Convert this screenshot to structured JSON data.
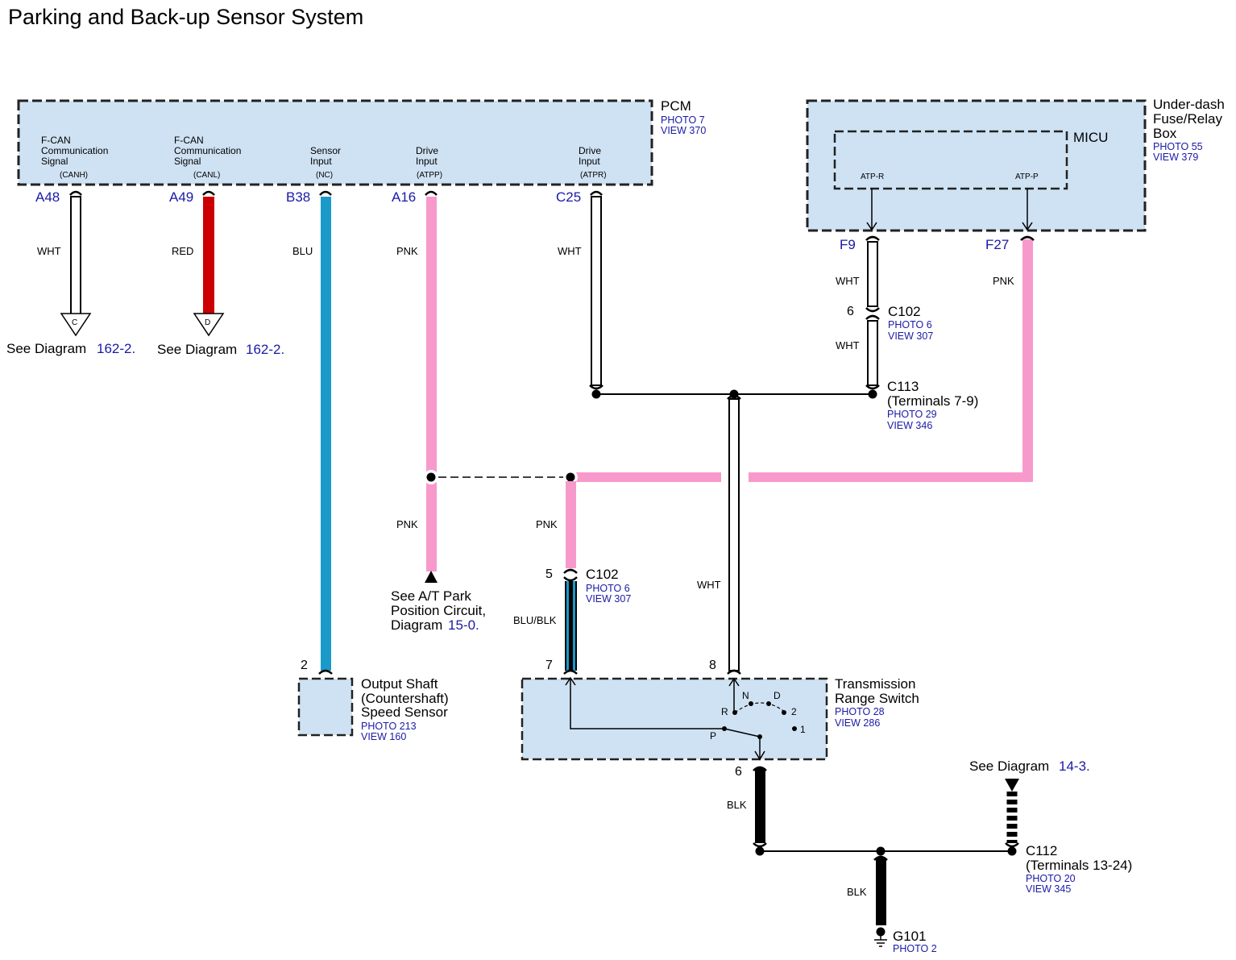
{
  "title": "Parking and Back-up Sensor System",
  "colors": {
    "component_fill": "#cfe2f3",
    "wire_white": "#ffffff",
    "wire_red": "#cc0000",
    "wire_blue": "#1a9ac8",
    "wire_pink": "#f79acb",
    "wire_black": "#000000",
    "reference_text": "#1a1aa6"
  },
  "pcm": {
    "name": "PCM",
    "photo": "PHOTO 7",
    "view": "VIEW 370",
    "terminals": [
      {
        "pin": "A48",
        "line1": "F-CAN",
        "line2": "Communication",
        "line3": "Signal",
        "code": "(CANH)",
        "wire": "WHT"
      },
      {
        "pin": "A49",
        "line1": "F-CAN",
        "line2": "Communication",
        "line3": "Signal",
        "code": "(CANL)",
        "wire": "RED"
      },
      {
        "pin": "B38",
        "line1": "",
        "line2": "Sensor",
        "line3": "Input",
        "code": "(NC)",
        "wire": "BLU"
      },
      {
        "pin": "A16",
        "line1": "",
        "line2": "Drive",
        "line3": "Input",
        "code": "(ATPP)",
        "wire": "PNK"
      },
      {
        "pin": "C25",
        "line1": "",
        "line2": "Drive",
        "line3": "Input",
        "code": "(ATPR)",
        "wire": "WHT"
      }
    ]
  },
  "underdash": {
    "line1": "Under-dash",
    "line2": "Fuse/Relay",
    "line3": "Box",
    "photo": "PHOTO 55",
    "view": "VIEW 379",
    "micu": "MICU",
    "terminals": [
      {
        "pin": "F9",
        "code": "ATP-R",
        "wire": "WHT"
      },
      {
        "pin": "F27",
        "code": "ATP-P",
        "wire": "PNK"
      }
    ]
  },
  "refs": {
    "see_diagram": "See Diagram",
    "c_label": "C",
    "d_label": "D",
    "diag_c": "162-2.",
    "diag_d": "162-2.",
    "atp_line1": "See A/T Park",
    "atp_line2": "Position Circuit,",
    "atp_line3": "Diagram",
    "atp_diag": "15-0.",
    "gnd_line": "See Diagram",
    "gnd_diag": "14-3."
  },
  "connectors": {
    "c102_top": {
      "name": "C102",
      "pin": "6",
      "photo": "PHOTO 6",
      "view": "VIEW 307"
    },
    "c113": {
      "name": "C113",
      "terminals": "(Terminals 7-9)",
      "photo": "PHOTO 29",
      "view": "VIEW 346"
    },
    "c102_mid": {
      "name": "C102",
      "pin": "5",
      "photo": "PHOTO 6",
      "view": "VIEW 307"
    },
    "c112": {
      "name": "C112",
      "terminals": "(Terminals 13-24)",
      "photo": "PHOTO 20",
      "view": "VIEW 345"
    },
    "g101": {
      "name": "G101",
      "photo": "PHOTO 2"
    }
  },
  "wire_labels": {
    "c102_upper": "WHT",
    "c102_lower": "WHT",
    "f27": "PNK",
    "a16_lower": "PNK",
    "pink_drop": "PNK",
    "blu_blk": "BLU/BLK",
    "wht_long": "WHT",
    "blk_upper": "BLK",
    "blk_lower": "BLK"
  },
  "speed_sensor": {
    "pin": "2",
    "line1": "Output Shaft",
    "line2": "(Countershaft)",
    "line3": "Speed Sensor",
    "photo": "PHOTO 213",
    "view": "VIEW 160"
  },
  "trs": {
    "line1": "Transmission",
    "line2": "Range Switch",
    "photo": "PHOTO 28",
    "view": "VIEW 286",
    "pin_left": "7",
    "pin_right": "8",
    "pin_bottom": "6",
    "positions": [
      "N",
      "D",
      "R",
      "2",
      "P",
      "1"
    ]
  }
}
